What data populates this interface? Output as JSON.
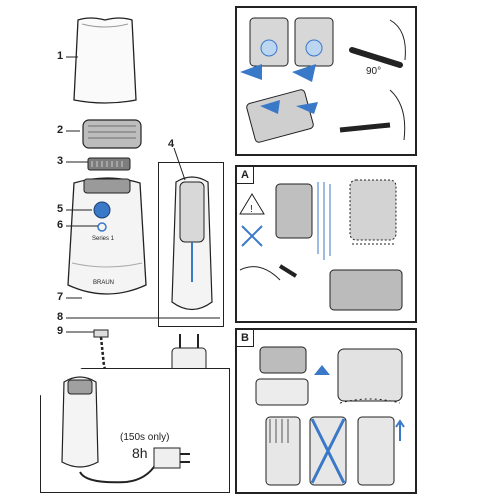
{
  "callouts": [
    "1",
    "2",
    "3",
    "4",
    "5",
    "6",
    "7",
    "8",
    "9"
  ],
  "charge_note": "(150s only)",
  "charge_time": "8h",
  "angle_label": "90°",
  "section_a": "A",
  "section_b": "B",
  "device_model_text": "Series 1",
  "brand_text": "BRAUN",
  "colors": {
    "accent": "#3a78c8",
    "line": "#222222",
    "panel": "#f2f2f2"
  }
}
